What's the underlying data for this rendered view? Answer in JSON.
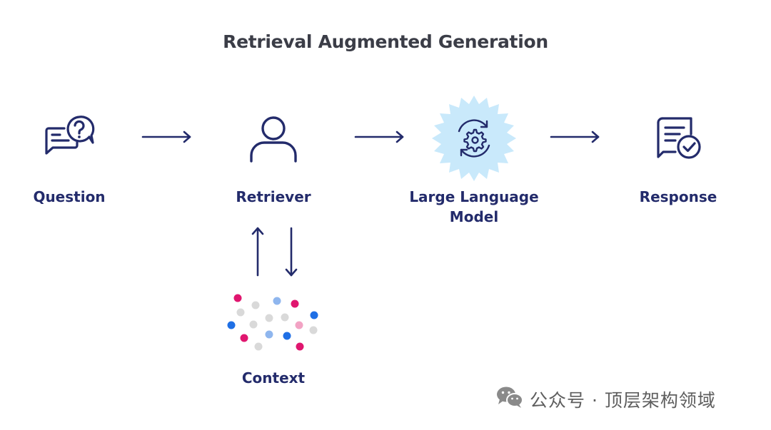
{
  "title": "Retrieval Augmented Generation",
  "nodes": {
    "question": {
      "label": "Question",
      "icon": "question-chat-icon"
    },
    "retriever": {
      "label": "Retriever",
      "icon": "person-icon"
    },
    "llm": {
      "label_line1": "Large Language",
      "label_line2": "Model",
      "icon": "gear-sync-icon"
    },
    "response": {
      "label": "Response",
      "icon": "document-check-icon"
    },
    "context": {
      "label": "Context",
      "icon": "dots-cluster-icon"
    }
  },
  "colors": {
    "navy": "#232b6b",
    "title": "#3b3d47",
    "llm_fill": "#c9e9fb",
    "dot_magenta": "#e0166f",
    "dot_blue": "#1f6fe5",
    "dot_light_blue": "#8fb6ee",
    "dot_pink": "#f2a3c4",
    "dot_gray": "#d9d9d9"
  },
  "watermark": {
    "icon": "wechat-icon",
    "text": "公众号 · 顶层架构领域"
  }
}
